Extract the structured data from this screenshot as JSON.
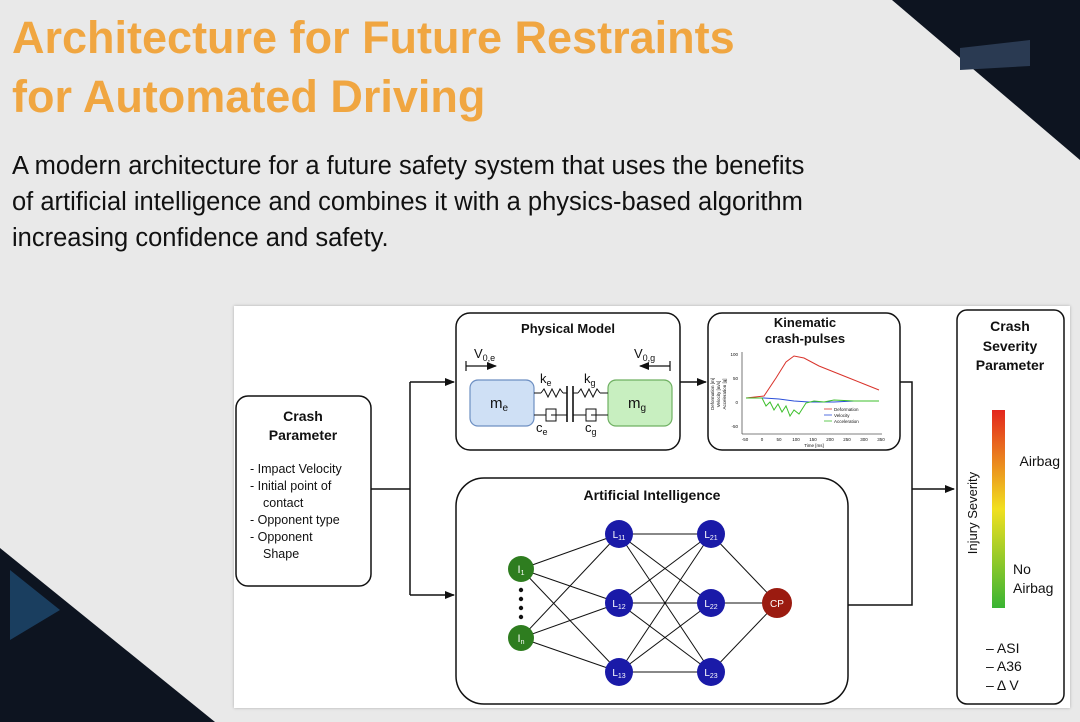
{
  "slide": {
    "title_line1": "Architecture for Future Restraints",
    "title_line2": "for Automated Driving",
    "subtitle_line1": "A modern architecture for a future safety system that uses the benefits",
    "subtitle_line2": "of artificial intelligence and combines it with a physics-based algorithm",
    "subtitle_line3": "increasing confidence and safety."
  },
  "colors": {
    "title": "#f0a641",
    "mass_e_fill": "#cfe0f5",
    "mass_g_fill": "#c8efc0",
    "input_node": "#2e7d1f",
    "hidden_node": "#1a1aa8",
    "output_node": "#9b1b10"
  },
  "crash_parameter": {
    "title_line1": "Crash",
    "title_line2": "Parameter",
    "items": [
      "- Impact Velocity",
      "- Initial point of",
      "  contact",
      "- Opponent type",
      "- Opponent",
      "  Shape"
    ]
  },
  "physical_model": {
    "title": "Physical Model",
    "v0e": "V",
    "v0e_sub": "0,e",
    "v0g": "V",
    "v0g_sub": "0,g",
    "mass_e": "m",
    "mass_e_sub": "e",
    "mass_g": "m",
    "mass_g_sub": "g",
    "k_e": "k",
    "k_e_sub": "e",
    "k_g": "k",
    "k_g_sub": "g",
    "c_e": "c",
    "c_e_sub": "e",
    "c_g": "c",
    "c_g_sub": "g"
  },
  "kinematic": {
    "title_line1": "Kinematic",
    "title_line2": "crash-pulses",
    "y_ticks": [
      "100",
      "50",
      "0",
      "-50"
    ],
    "x_ticks": [
      "-50",
      "0",
      "50",
      "100",
      "150",
      "200",
      "250",
      "300",
      "350"
    ],
    "x_label": "Time [ms]",
    "y_label_1": "Deformation [m]",
    "y_label_2": "Velocity [m/s]",
    "y_label_3": "Acceleration [g]",
    "legend": [
      "Deformation",
      "Velocity",
      "Acceleration"
    ]
  },
  "ai": {
    "title": "Artificial Intelligence",
    "input_nodes": [
      {
        "label": "I",
        "sub": "1"
      },
      {
        "label": "I",
        "sub": "n"
      }
    ],
    "layer1": [
      {
        "label": "L",
        "sub": "11"
      },
      {
        "label": "L",
        "sub": "12"
      },
      {
        "label": "L",
        "sub": "13"
      }
    ],
    "layer2": [
      {
        "label": "L",
        "sub": "21"
      },
      {
        "label": "L",
        "sub": "22"
      },
      {
        "label": "L",
        "sub": "23"
      }
    ],
    "output": "CP"
  },
  "severity": {
    "title_line1": "Crash",
    "title_line2": "Severity",
    "title_line3": "Parameter",
    "axis_label": "Injury Severity",
    "airbag": "Airbag",
    "no": "No",
    "no_airbag": "Airbag",
    "metrics": [
      "– ASI",
      "– A36",
      "– Δ V"
    ]
  }
}
